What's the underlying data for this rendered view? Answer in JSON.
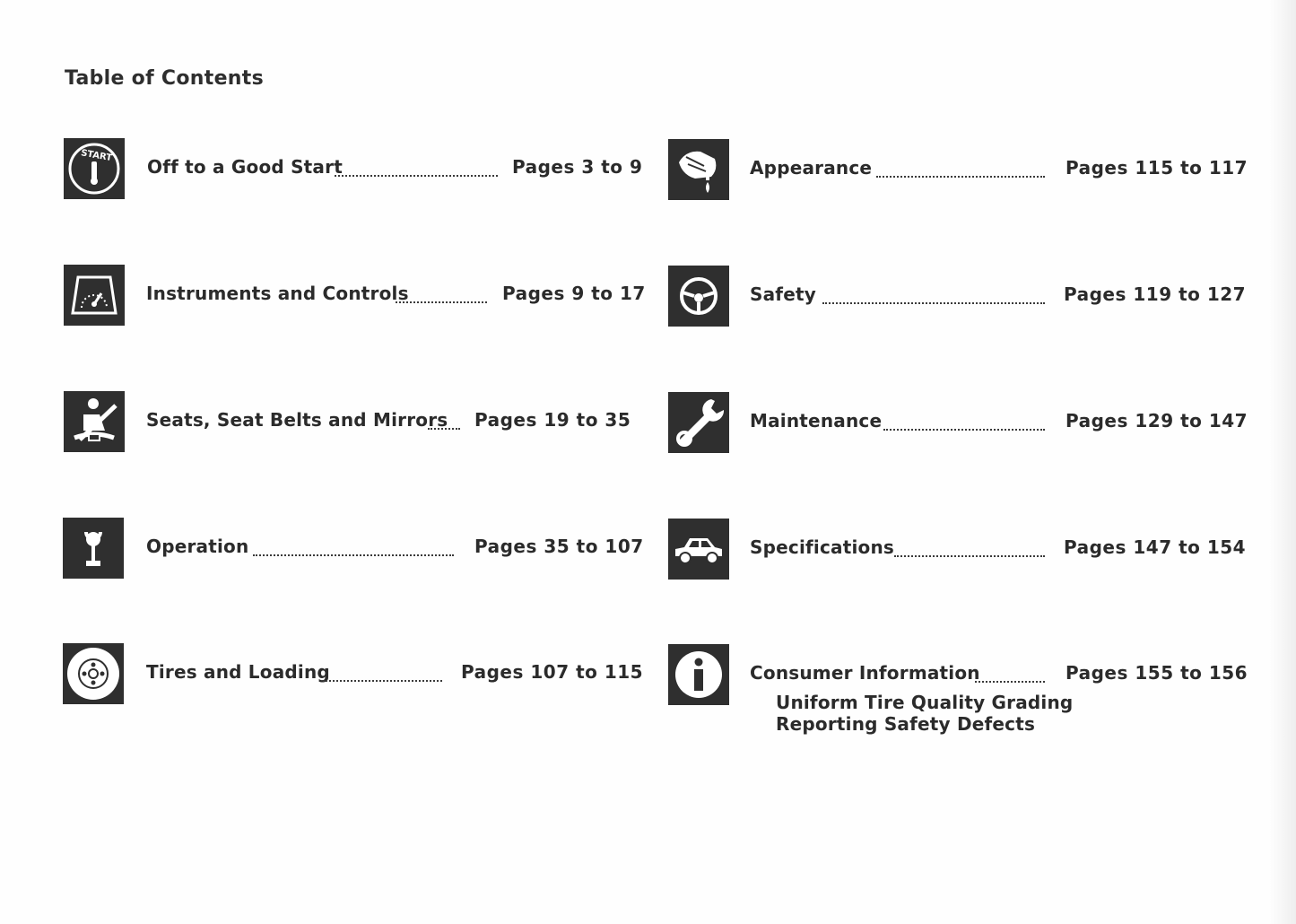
{
  "title": "Table of Contents",
  "entries": [
    {
      "label": "Off to a Good Start",
      "pages": "Pages 3 to 9",
      "icon": "start-key-icon"
    },
    {
      "label": "Instruments and Controls",
      "pages": "Pages 9 to 17",
      "icon": "instrument-gauge-icon"
    },
    {
      "label": "Seats, Seat Belts and Mirrors",
      "pages": "Pages  19  to  35",
      "icon": "seat-belt-icon"
    },
    {
      "label": "Operation",
      "pages": "Pages 35 to 107",
      "icon": "gear-shift-icon"
    },
    {
      "label": "Tires and Loading",
      "pages": "Pages 107 to 115",
      "icon": "wheel-icon"
    },
    {
      "label": "Appearance",
      "pages": "Pages 115 to 117",
      "icon": "polishing-hand-icon"
    },
    {
      "label": "Safety",
      "pages": "Pages 119 to 127",
      "icon": "steering-wheel-icon"
    },
    {
      "label": "Maintenance",
      "pages": "Pages 129 to 147",
      "icon": "wrench-icon"
    },
    {
      "label": "Specifications",
      "pages": "Pages 147 to 154",
      "icon": "car-icon"
    },
    {
      "label": "Consumer Information",
      "pages": "Pages 155 to 156",
      "icon": "info-icon",
      "sub_items": [
        "Uniform Tire Quality Grading",
        "Reporting Safety Defects"
      ]
    }
  ]
}
